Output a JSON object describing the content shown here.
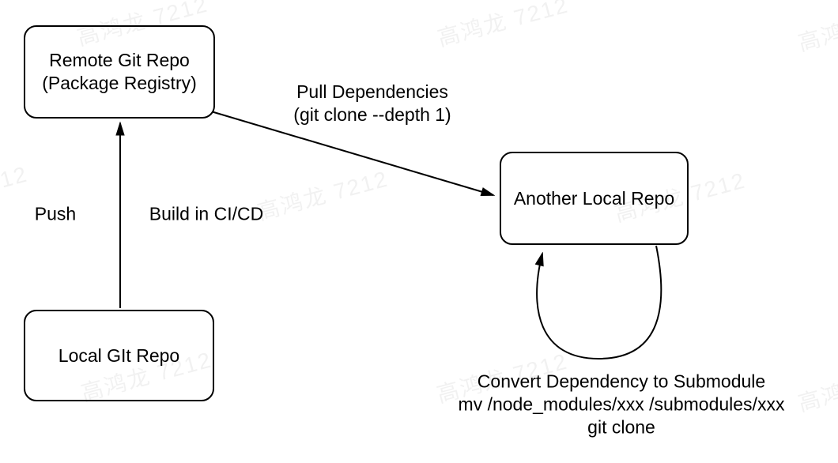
{
  "diagram": {
    "title": "git submodule dependency workflow",
    "colors": {
      "stroke": "#000000",
      "background": "#ffffff",
      "watermark_text": "rgba(0,0,0,0.055)"
    },
    "watermark": {
      "text": "高鸿龙 7212"
    },
    "nodes": {
      "remote": {
        "lines": [
          "Remote Git Repo",
          "(Package Registry)"
        ]
      },
      "local": {
        "label": "Local GIt Repo"
      },
      "another": {
        "label": "Another Local Repo"
      }
    },
    "edges": {
      "push": {
        "label": "Push"
      },
      "build": {
        "label": "Build in CI/CD"
      },
      "pull": {
        "lines": [
          "Pull Dependencies",
          "(git clone --depth 1)"
        ]
      },
      "convert": {
        "lines": [
          "Convert Dependency to Submodule",
          "mv /node_modules/xxx /submodules/xxx",
          "git clone"
        ]
      }
    }
  }
}
